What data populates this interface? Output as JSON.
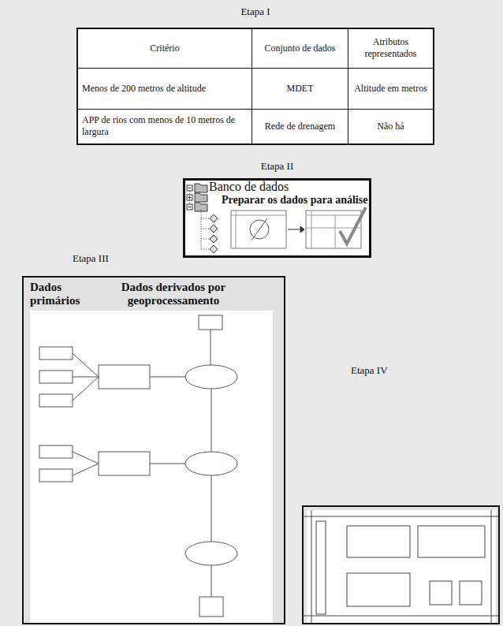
{
  "diagram": {
    "nodes": [
      {
        "text": [
          "Etapa I"
        ]
      },
      {
        "text": [
          "Etapa II",
          "Banco de dados",
          "Preparar os dados para análise"
        ]
      },
      {
        "text": [
          "Etapa III",
          "Dados primários",
          "Dados derivados por geoprocessamento"
        ]
      },
      {
        "text": [
          "Etapa IV"
        ]
      }
    ],
    "labels": [
      "Critério",
      "Conjunto de dados",
      "Atributos representados",
      "Menos de 200 metros de altitude",
      "MDET",
      "Altitude em metros",
      "APP de rios com menos de 10 metros de largura",
      "Rede de drenagem",
      "Não há"
    ]
  }
}
